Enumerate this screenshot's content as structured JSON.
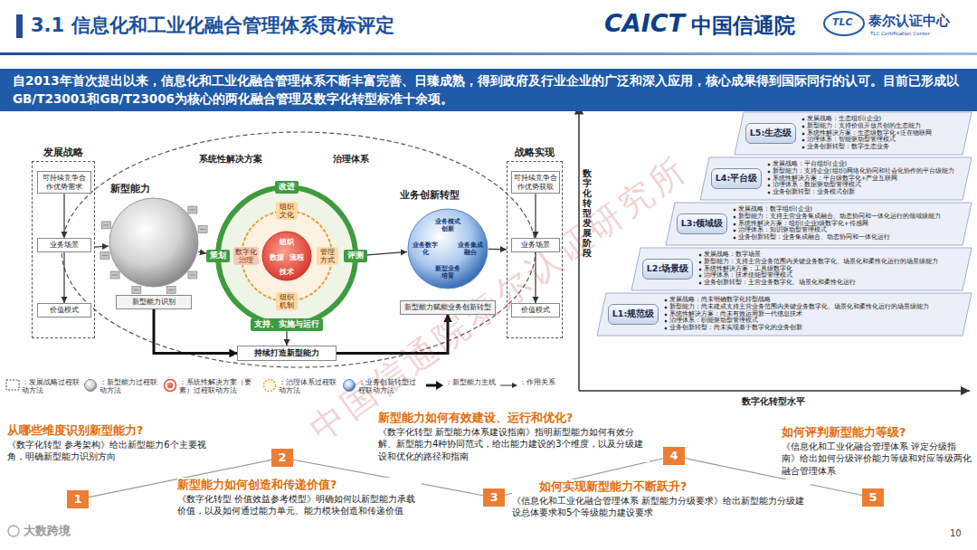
{
  "diagram": {
    "title": "3.1 信息化和工业化融合管理体系贯标评定",
    "nodes": [
      {
        "text": [
          "自2013年首次提出以来，信息化和工业化融合管理体系不断丰富完善、日臻成熟，得到政府及行业企业的广泛和深入应用，核心成果得到国际同行的认可。目前已形成以GB/T23001和GB/T23006为核心的两化融合管理及数字化转型标准十余项。"
        ]
      },
      {
        "text": [
          "发展战略"
        ]
      },
      {
        "text": [
          "可持续竞争合作优势需求"
        ],
        "in": 1
      },
      {
        "text": [
          "业务场景"
        ],
        "in": 1
      },
      {
        "text": [
          "价值模式"
        ],
        "in": 1
      },
      {
        "text": [
          "新型能力"
        ]
      },
      {
        "text": [
          "新型能力识别"
        ]
      },
      {
        "text": [
          "系统性解决方案",
          "治理体系"
        ]
      },
      {
        "text": [
          "改进"
        ],
        "in": 7
      },
      {
        "text": [
          "组织文化"
        ],
        "in": 7
      },
      {
        "text": [
          "策划"
        ],
        "in": 7
      },
      {
        "text": [
          "数字化治理"
        ],
        "in": 7
      },
      {
        "text": [
          "组织",
          "数据",
          "流程",
          "技术"
        ],
        "in": 7
      },
      {
        "text": [
          "管理方式"
        ],
        "in": 7
      },
      {
        "text": [
          "评测"
        ],
        "in": 7
      },
      {
        "text": [
          "组织机制"
        ],
        "in": 7
      },
      {
        "text": [
          "支持、实施与运行"
        ],
        "in": 7
      },
      {
        "text": [
          "持续打造新型能力"
        ]
      },
      {
        "text": [
          "业务创新转型",
          "业务模式创新",
          "业务数字化",
          "新型业务培育",
          "业务集成融合"
        ]
      },
      {
        "text": [
          "新型能力赋能业务创新转型"
        ]
      },
      {
        "text": [
          "战略实现"
        ]
      },
      {
        "text": [
          "可持续竞争合作优势获取"
        ],
        "in": 20
      },
      {
        "text": [
          "业务场景"
        ],
        "in": 20
      },
      {
        "text": [
          "价值模式"
        ],
        "in": 20
      },
      {
        "text": [
          "L5:生态级",
          "发展战略：生态组织(企业)",
          "新型能力：支持价值开放共创的生态能力",
          "系统性解决方案：生态级数字化+泛在物联网",
          "治理体系：智能驱动型管理模式",
          "业务创新转型：数字生态业务"
        ]
      },
      {
        "text": [
          "L4:平台级",
          "发展战略：平台组织(企业)",
          "新型能力：支持企业(组织)网络化协同和社会化协作的平台级能力",
          "系统性解决方案：平台级数字化+产业互联网",
          "治理体系：数据驱动型管理模式",
          "业务创新转型：业务模式创新"
        ]
      },
      {
        "text": [
          "L3:领域级",
          "发展战略：数字组织(企业)",
          "新型能力：支持主营业务集成融合、动态协同和一体化运行的领域级能力",
          "系统性解决方案：组织(企业)级数字化+传感网",
          "治理体系：知识驱动型管理模式",
          "业务创新转型：业务集成融合、动态协同和一体化运行"
        ]
      },
      {
        "text": [
          "L2:场景级",
          "发展战略：数字场景",
          "新型能力：支持主营业务范围内关键业务数字化、场景化和柔性化运行的场景级能力",
          "系统性解决方案：工具级数字化",
          "治理体系：技术使能型管理模式",
          "业务创新转型：主营业务数字化、场景化和柔性化运行"
        ]
      },
      {
        "text": [
          "L1:规范级",
          "发展战略：尚未明确数字化转型战略",
          "新型能力：尚未建成支持主营业务范围内关键业务数字化、场景化和柔性化运行的场景级能力",
          "系统性解决方案：尚未有效运用新一代信息技术",
          "治理体系：职能驱动型管理模式",
          "业务创新转型：尚未实现基于数字化的业务创新"
        ]
      },
      {
        "text": [
          "1"
        ]
      },
      {
        "text": [
          "从哪些维度识别新型能力?",
          "《数字化转型 参考架构》给出新型能力6个主要视角，明确新型能力识别方向"
        ]
      },
      {
        "text": [
          "2"
        ]
      },
      {
        "text": [
          "新型能力如何创造和传递价值?",
          "《数字化转型 价值效益参考模型》明确如何以新型能力承载价值，以及如何通过能力单元、能力模块创造和传递价值"
        ]
      },
      {
        "text": [
          "3"
        ]
      },
      {
        "text": [
          "如何实现新型能力不断跃升?",
          "《信息化和工业化融合管理体系 新型能力分级要求》给出新型能力分级建设总体要求和5个等级能力建设要求"
        ]
      },
      {
        "text": [
          "4"
        ]
      },
      {
        "text": [
          "新型能力如何有效建设、运行和优化?",
          "《数字化转型 新型能力体系建设指南》指明新型能力如何有效分解、新型能力4种协同范式，给出能力建设的3个维度，以及分级建设和优化的路径和指南"
        ]
      },
      {
        "text": [
          "5"
        ]
      },
      {
        "text": [
          "如何评判新型能力等级?",
          "《信息化和工业化融合管理体系 评定分级指南》给出如何分级评价能力等级和对应等级两化融合管理体系"
        ]
      }
    ],
    "edges": [
      {
        "from": 2,
        "to": 3,
        "arrow": "to"
      },
      {
        "from": 3,
        "to": 4,
        "arrow": "to"
      },
      {
        "from": 1,
        "to": 5,
        "arrow": "to"
      },
      {
        "from": 5,
        "to": 10,
        "arrow": "to"
      },
      {
        "from": 14,
        "to": 18,
        "arrow": "to"
      },
      {
        "from": 18,
        "to": 20,
        "arrow": "to"
      },
      {
        "from": 21,
        "to": 22,
        "arrow": "to"
      },
      {
        "from": 22,
        "to": 23,
        "arrow": "to"
      },
      {
        "from": 16,
        "to": 17,
        "arrow": "to"
      },
      {
        "from": 6,
        "to": 17,
        "arrow": "to"
      },
      {
        "from": 17,
        "to": 19,
        "arrow": "to"
      },
      {
        "from": 29,
        "to": 31,
        "arrow": "none"
      },
      {
        "from": 31,
        "to": 33,
        "arrow": "none"
      },
      {
        "from": 33,
        "to": 35,
        "arrow": "none"
      },
      {
        "from": 35,
        "to": 37,
        "arrow": "none"
      }
    ],
    "labels": [
      "CAICT",
      "中国信通院",
      "TLC",
      "泰尔认证中心",
      "TLC Certification Center",
      "数字化转型发展阶段",
      "数字化转型水平",
      "中国信通院泰尔认证研究所",
      "大数跨境",
      "10"
    ],
    "legend": [
      {
        "text": "：发展战略过程联动方法"
      },
      {
        "text": "：新型能力过程联动方法"
      },
      {
        "text": "：系统性解决方案（要素）过程联动方法"
      },
      {
        "text": "：治理体系过程联动方法"
      },
      {
        "text": "：业务创新转型过程联动方法"
      },
      {
        "text": "：新型能力主线"
      },
      {
        "text": "：作用关系"
      }
    ]
  }
}
